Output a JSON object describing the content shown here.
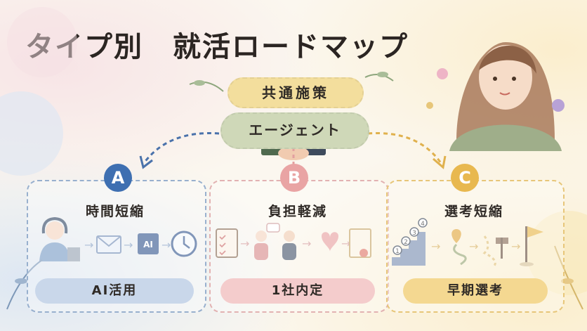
{
  "title": "タイプ別　就活ロードマップ",
  "common": {
    "label": "共通施策",
    "agent": "エージェント"
  },
  "types": [
    {
      "badge": "A",
      "title": "時間短縮",
      "result": "AI活用",
      "ai_chip": "AI"
    },
    {
      "badge": "B",
      "title": "負担軽減",
      "result": "1社内定"
    },
    {
      "badge": "C",
      "title": "選考短縮",
      "result": "早期選考",
      "steps": [
        "1",
        "2",
        "3",
        "4"
      ]
    }
  ],
  "colors": {
    "a": "#3e6fb1",
    "b": "#e9a4a4",
    "c": "#e8b84f",
    "agent": "#cfd8b8",
    "common": "#f3de9d"
  }
}
